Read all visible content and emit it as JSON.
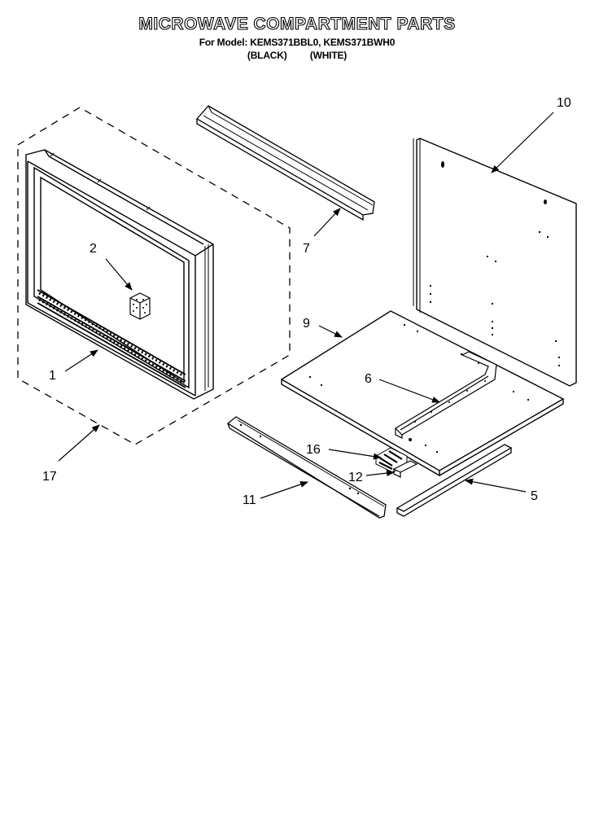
{
  "header": {
    "title": "MICROWAVE COMPARTMENT PARTS",
    "model_line": "For Model: KEMS371BBL0, KEMS371BWH0",
    "color_black": "(BLACK)",
    "color_white": "(WHITE)"
  },
  "callouts": {
    "p1": "1",
    "p2": "2",
    "p5": "5",
    "p6": "6",
    "p7": "7",
    "p9": "9",
    "p10": "10",
    "p11": "11",
    "p12": "12",
    "p16": "16",
    "p17": "17"
  }
}
